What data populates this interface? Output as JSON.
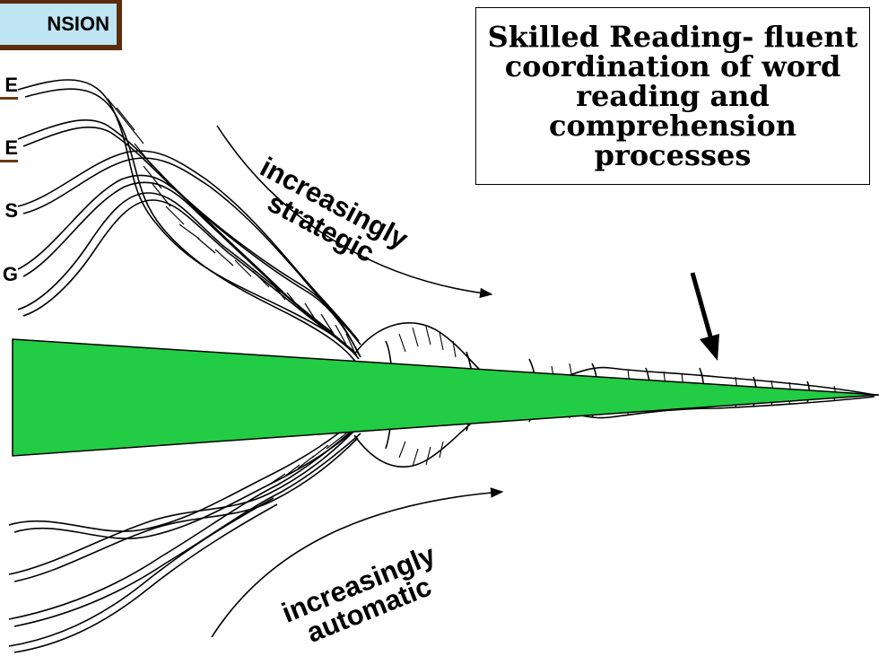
{
  "header": {
    "comprehension_tag": "NSION"
  },
  "left_labels": [
    {
      "text": "E"
    },
    {
      "text": "E"
    },
    {
      "text": "S"
    },
    {
      "text": "G"
    }
  ],
  "skilled_box": {
    "text": "Skilled Reading- fluent coordination of word reading and comprehension processes"
  },
  "arrows": {
    "top_label_line1": "increasingly",
    "top_label_line2": "strategic",
    "bottom_label_line1": "increasingly",
    "bottom_label_line2": "automatic"
  },
  "colors": {
    "wedge": "#22cc44",
    "tag_border": "#5a2d0c",
    "tag_fill": "#bfe4f2"
  }
}
